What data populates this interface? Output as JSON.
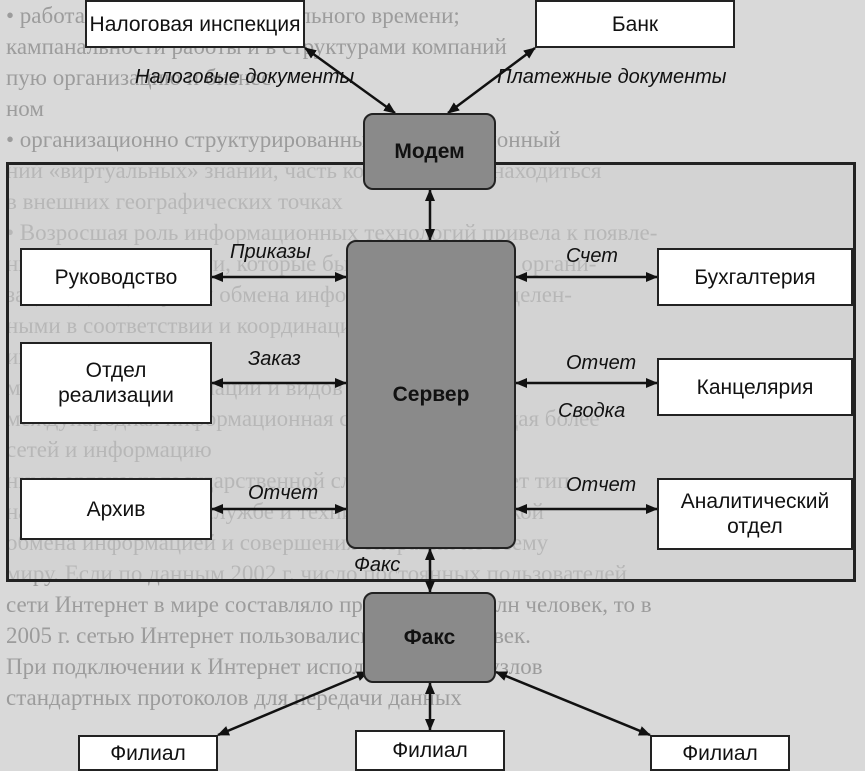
{
  "background_text": [
    "• работа ведется в режиме реального времени;",
    "кампанальности работы и в структурами компаний",
    "пую организацию и бизнес",
    "ном",
    "• организационно структурированный информационный",
    "ний «виртуальных» знаний, часть которых могут находиться",
    "в внешних географических точках",
    "• Возросшая роль информационных технологий привела к появле-",
    "нию компаний и связи, которые были использованы органи-",
    "зацией для доступа и обмена информации и распределен-",
    "ными в соответствии и координации работы",
    "их в организации",
    "мой крупной информации и видов услуг",
    "международная информационная сеть, объединяющая более",
    "сетей и информацию",
    "ними органами государственной службе и выполняет тип",
    "на государственной службе и технической поддержкой",
    "обмена информацией и совершения операции по всему",
    "миру. Если по данным 2002 г. число постоянных пользователей",
    "сети Интернет в мире составляло примерно 600 млн человек, то в",
    "2005 г. сетью Интернет пользовались 1 млрд человек.",
    "При подключении к Интернет используется сеть узлов",
    "стандартных протоколов для передачи данных"
  ],
  "nodes": {
    "tax": "Налоговая инспекция",
    "bank": "Банк",
    "modem": "Модем",
    "management": "Руководство",
    "sales": "Отдел\nреализации",
    "archive": "Архив",
    "server": "Сервер",
    "accounting": "Бухгалтерия",
    "office": "Канцелярия",
    "analytics": "Аналитический\nотдел",
    "fax": "Факс",
    "branch1": "Филиал",
    "branch2": "Филиал",
    "branch3": "Филиал"
  },
  "labels": {
    "tax_docs": "Налоговые документы",
    "payment_docs": "Платежные документы",
    "orders": "Приказы",
    "order": "Заказ",
    "report_archive": "Отчет",
    "invoice": "Счет",
    "report_office": "Отчет",
    "summary": "Сводка",
    "report_analytics": "Отчет",
    "fax_link": "Факс"
  }
}
